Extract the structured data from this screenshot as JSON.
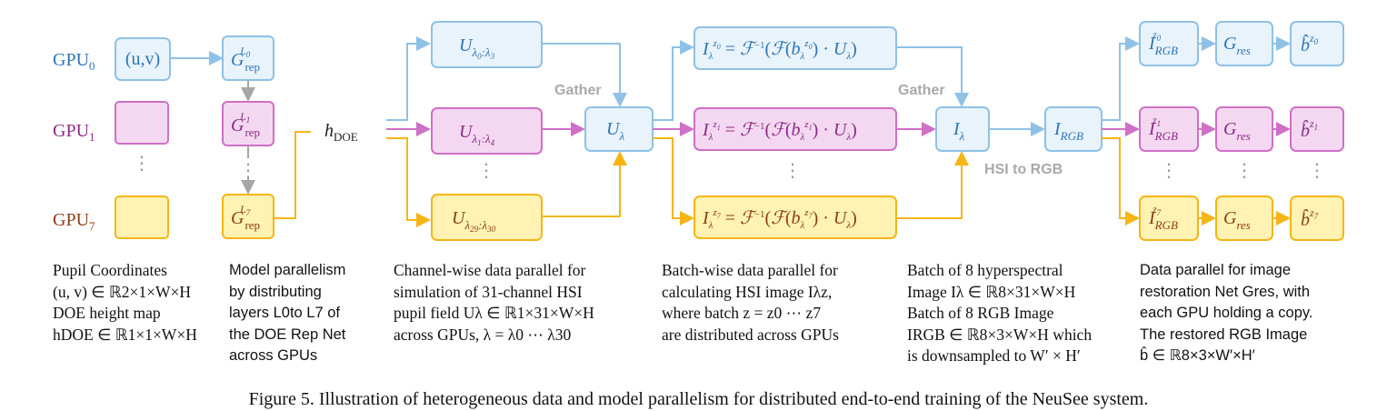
{
  "gpus": [
    "GPU0",
    "GPU1",
    "GPU7"
  ],
  "nodes": {
    "uv": "(u,v)",
    "grep_l0": "G rep L0",
    "grep_l1": "G rep L1",
    "grep_l7": "G rep L7",
    "h_doe": "h DOE",
    "u_l0_l3": "U λ0:λ3",
    "u_l1_l4": "U λ1:λ4",
    "u_l29_l30": "U λ29:λ30",
    "u_lambda": "Uλ",
    "i_z0": "Iλ z0 = F−1(F(bλ z0) · Uλ)",
    "i_z1": "Iλ z1 = F−1(F(bλ z1) · Uλ)",
    "i_z7": "Iλ z7 = F−1(F(bλ z7) · Uλ)",
    "i_lambda": "Iλ",
    "i_rgb": "IRGB",
    "i_rgb_z0": "IRGB z0",
    "i_rgb_z1": "IRGB z1",
    "i_rgb_z7": "IRGB z7",
    "g_res": "Gres",
    "b_z0": "b̂ z0",
    "b_z1": "b̂ z1",
    "b_z7": "b̂ z7"
  },
  "labels": {
    "gather_1": "Gather",
    "gather_2": "Gather",
    "hsi_to_rgb": "HSI to RGB",
    "ellipsis": "⋮"
  },
  "colors": {
    "gpu0": "#8fc1e6",
    "gpu0_fill": "#e8f3fb",
    "gpu0_text": "#2e74b5",
    "gpu1": "#d06fc6",
    "gpu1_fill": "#f4d8f1",
    "gpu1_text": "#8b2a86",
    "gpu7": "#f5b516",
    "gpu7_fill": "#fff2b3",
    "gpu7_text": "#8a3d14",
    "gray": "#a6a6a6"
  },
  "descriptions": [
    [
      "Pupil Coordinates",
      "(u, v) ∈ ℝ2×1×W×H",
      "DOE height map",
      "hDOE ∈ ℝ1×1×W×H"
    ],
    [
      "Model parallelism",
      "by distributing",
      "layers L0to L7 of",
      "the DOE Rep Net",
      "across GPUs"
    ],
    [
      "Channel-wise data parallel for",
      "simulation of 31-channel HSI",
      "pupil field Uλ ∈ ℝ1×31×W×H",
      "across GPUs, λ = λ0 ⋯ λ30"
    ],
    [
      "Batch-wise data parallel for",
      "calculating HSI image Iλz,",
      "where batch z = z0 ⋯ z7",
      "are distributed across GPUs"
    ],
    [
      "Batch of 8 hyperspectral",
      "Image Iλ ∈ ℝ8×31×W×H",
      "Batch of 8 RGB Image",
      "IRGB ∈ ℝ8×3×W×H which",
      "is downsampled to W′ × H′"
    ],
    [
      "Data parallel for image",
      "restoration Net Gres, with",
      "each GPU holding a copy.",
      "The restored RGB Image",
      "b̂ ∈ ℝ8×3×W′×H′"
    ]
  ],
  "caption": "Figure 5. Illustration of heterogeneous data and model parallelism for distributed end-to-end training of the NeuSee system."
}
